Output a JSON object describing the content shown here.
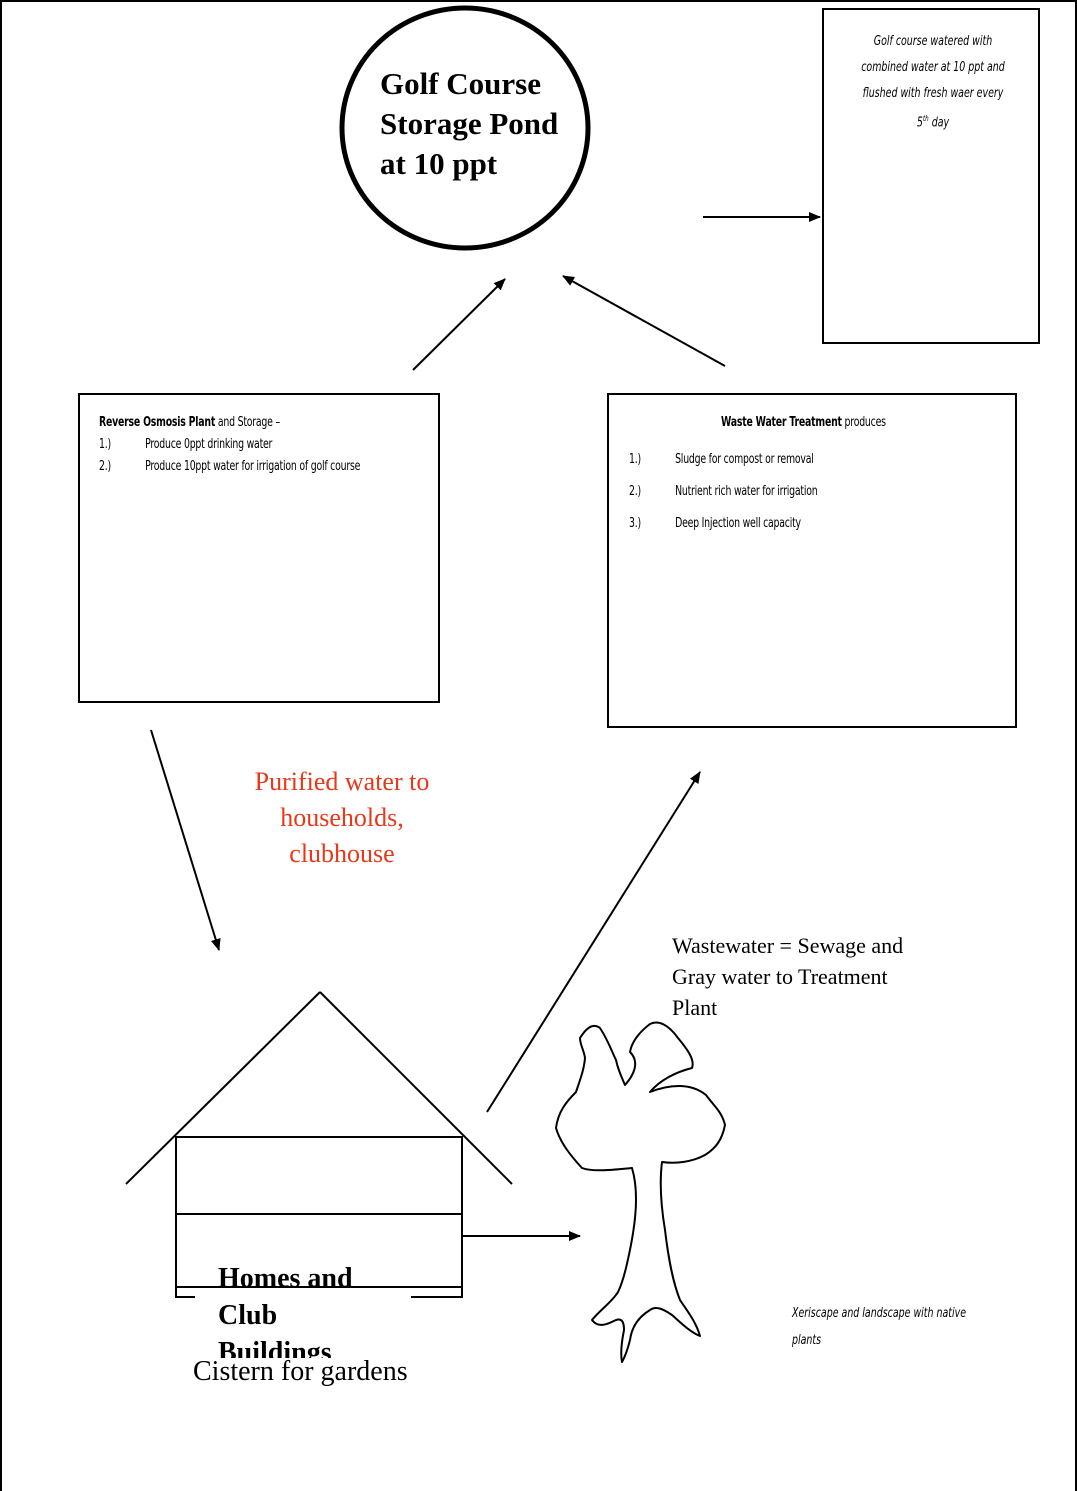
{
  "pond": {
    "title_lines": [
      "Golf Course",
      "Storage Pond",
      "at 10 ppt"
    ]
  },
  "golf_note": {
    "lines": [
      "Golf course watered with",
      "combined water at 10 ppt and",
      "flushed with fresh waer every"
    ],
    "last_num": "5",
    "last_sup": "th",
    "last_text": " day"
  },
  "ro_plant": {
    "title_bold": "Reverse Osmosis Plant",
    "title_rest": " and Storage –",
    "items": [
      {
        "num": "1.)",
        "text": "Produce 0ppt drinking water"
      },
      {
        "num": "2.)",
        "text": "Produce 10ppt water for irrigation of golf course"
      }
    ]
  },
  "wwt": {
    "title_bold": "Waste Water Treatment",
    "title_rest": " produces",
    "items": [
      {
        "num": "1.)",
        "text": "Sludge for compost or removal"
      },
      {
        "num": "2.)",
        "text": "Nutrient rich water for irrigation"
      },
      {
        "num": "3.)",
        "text": "Deep Injection well capacity"
      }
    ]
  },
  "purified_label": {
    "lines": [
      "Purified water to",
      "households,",
      "clubhouse"
    ],
    "color": "#e8381a"
  },
  "wastewater_label": {
    "lines": [
      "Wastewater = Sewage and",
      "Gray water to Treatment",
      "Plant"
    ]
  },
  "homes": {
    "lines": [
      "Homes and",
      "Club",
      "Buildings"
    ]
  },
  "cistern": {
    "label": "Cistern for gardens"
  },
  "xeriscape": {
    "lines": [
      "Xeriscape and landscape with native",
      "plants"
    ]
  }
}
